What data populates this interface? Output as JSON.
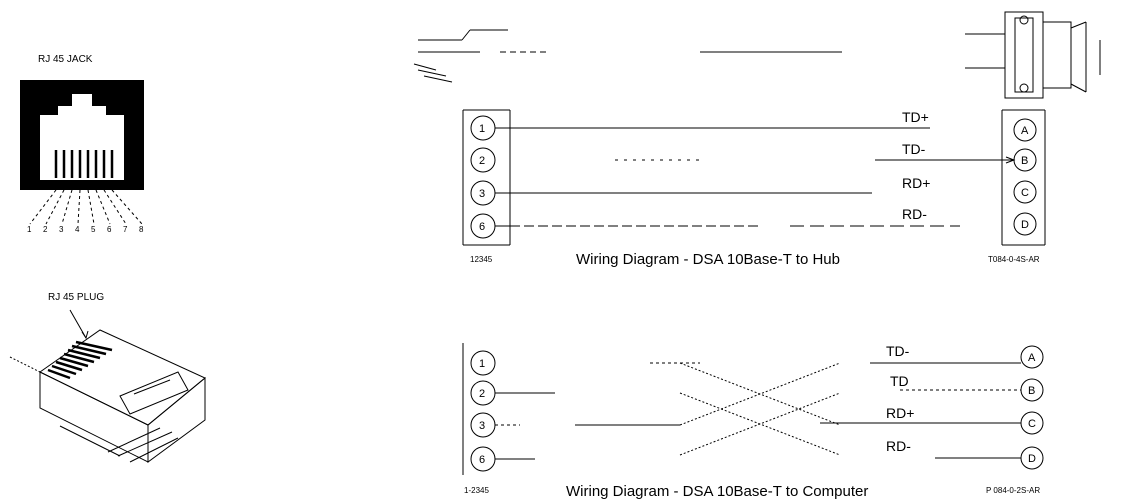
{
  "jack": {
    "title": "RJ   45 JACK",
    "pin_labels": [
      "1",
      "2",
      "3",
      "4",
      "5",
      "6",
      "7",
      "8"
    ]
  },
  "plug": {
    "title": "RJ   45 PLUG"
  },
  "diagram_hub": {
    "caption": "Wiring Diagram - DSA 10Base-T to Hub",
    "left_connector_label": "12345",
    "right_connector_label": "T084-0-4S-AR",
    "left_pins": [
      "1",
      "2",
      "3",
      "6"
    ],
    "right_pins": [
      "A",
      "B",
      "C",
      "D"
    ],
    "wires": [
      "TD+",
      "TD-",
      "RD+",
      "RD-"
    ]
  },
  "diagram_computer": {
    "caption": "Wiring Diagram - DSA 10Base-T to Computer",
    "left_connector_label": "1-2345",
    "right_connector_label": "P 084-0-2S-AR",
    "left_pins": [
      "1",
      "2",
      "3",
      "6"
    ],
    "right_pins": [
      "A",
      "B",
      "C",
      "D"
    ],
    "wires": [
      "TD-",
      "TD",
      "RD+",
      "RD-"
    ]
  }
}
